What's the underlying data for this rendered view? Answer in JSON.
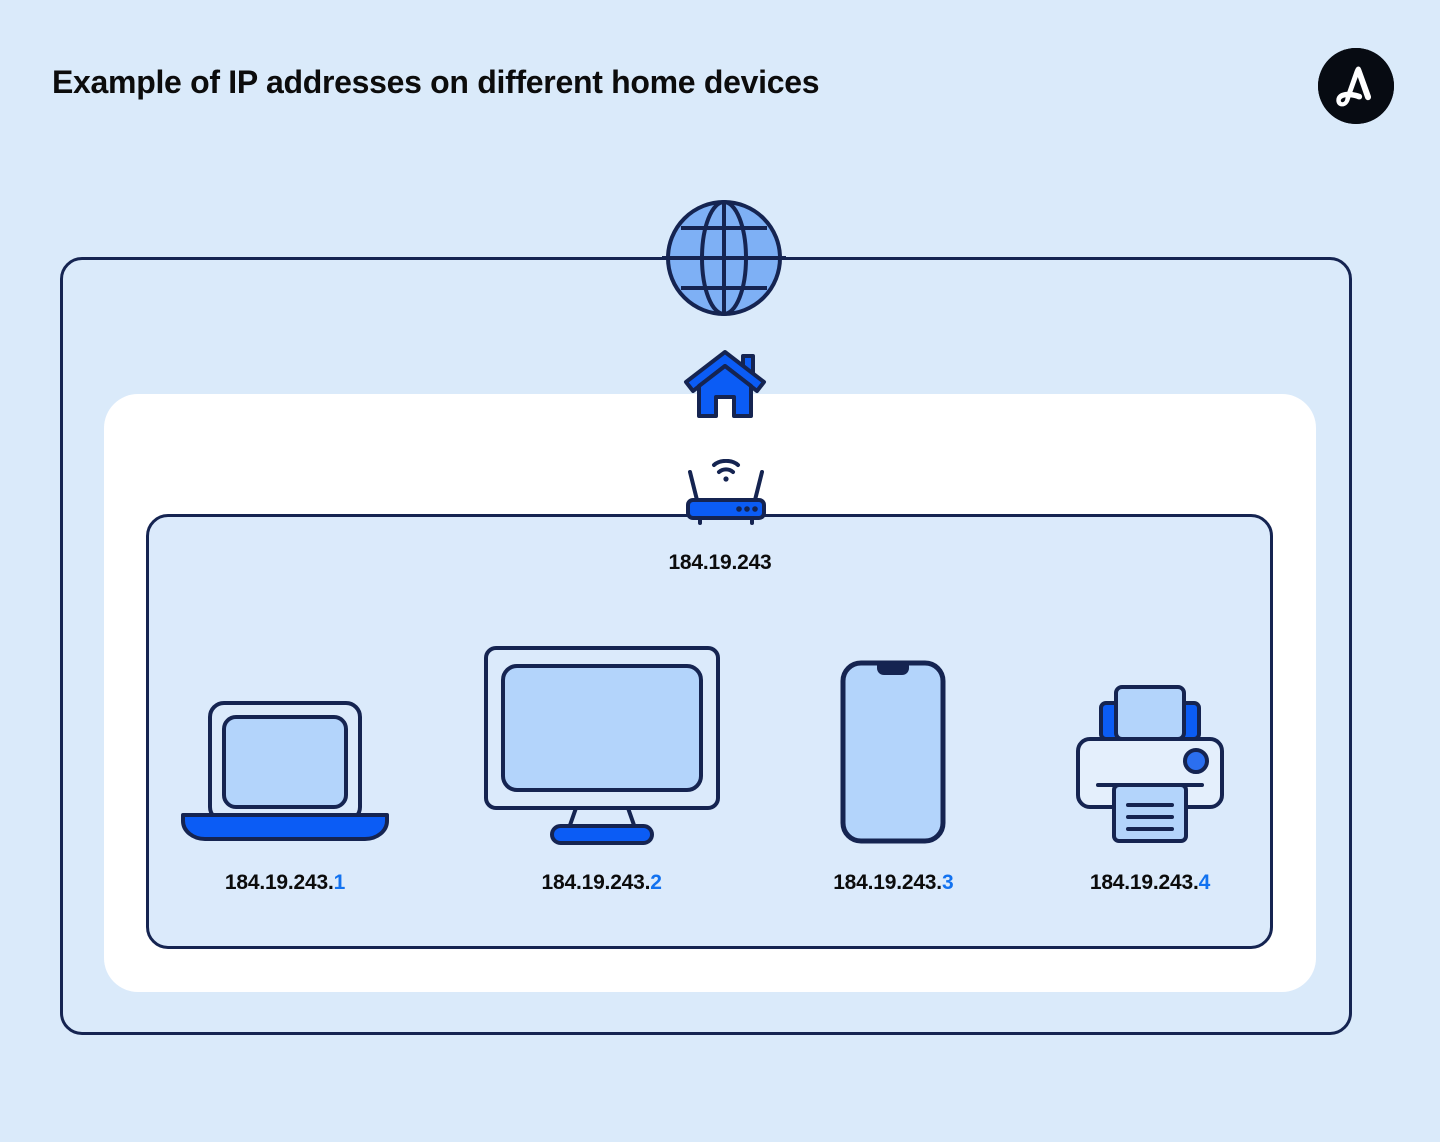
{
  "header": {
    "title": "Example of IP addresses on different home devices",
    "logo_name": "allaboutcookies-logo"
  },
  "colors": {
    "page_background": "#daeafa",
    "outline_navy": "#152451",
    "accent_blue": "#0b5cf5",
    "ip_octet_blue": "#1272f0",
    "screen_fill": "#b3d4fb",
    "globe_fill": "#7eb0f5",
    "white_panel": "#ffffff",
    "inner_panel_fill": "#dbeafb",
    "text_black": "#0c0c0c"
  },
  "diagram": {
    "internet_icon": "globe-icon",
    "home_icon": "house-icon",
    "router_icon": "wifi-router-icon",
    "router_ip": "184.19.243",
    "devices": [
      {
        "icon": "laptop-icon",
        "name": "laptop",
        "ip_prefix": "184.19.243.",
        "ip_host": "1",
        "ip_full": "184.19.243.1"
      },
      {
        "icon": "monitor-icon",
        "name": "desktop-monitor",
        "ip_prefix": "184.19.243.",
        "ip_host": "2",
        "ip_full": "184.19.243.2"
      },
      {
        "icon": "smartphone-icon",
        "name": "smartphone",
        "ip_prefix": "184.19.243.",
        "ip_host": "3",
        "ip_full": "184.19.243.3"
      },
      {
        "icon": "printer-icon",
        "name": "printer",
        "ip_prefix": "184.19.243.",
        "ip_host": "4",
        "ip_full": "184.19.243.4"
      }
    ]
  }
}
